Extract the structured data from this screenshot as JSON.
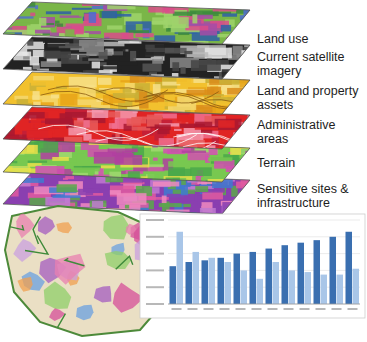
{
  "diagram": {
    "labels": [
      "Land use",
      "Current satellite imagery",
      "Land and property assets",
      "Administrative areas",
      "Terrain",
      "Sensitive sites & infrastructure"
    ]
  }
}
